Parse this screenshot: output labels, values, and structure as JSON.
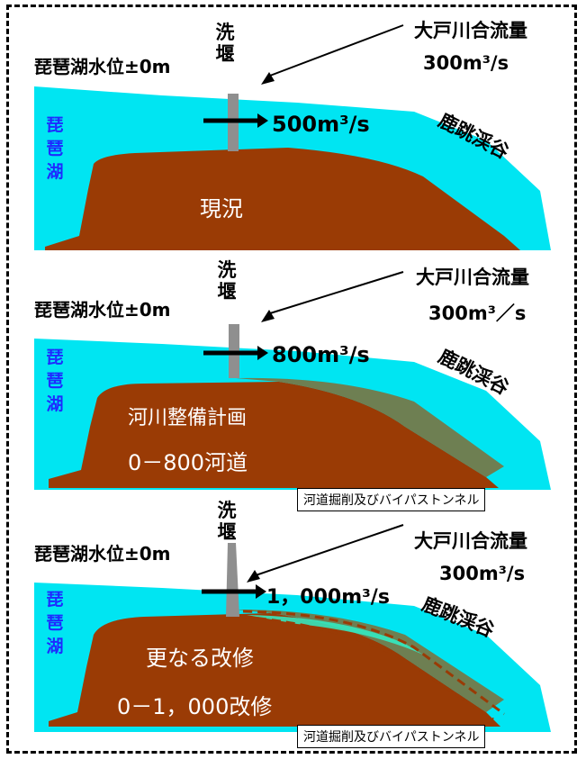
{
  "panels": [
    {
      "lake_level": "琵琶湖水位±0m",
      "weir": "洗堰",
      "confluence_title": "大戸川合流量",
      "confluence_value": "300m³/s",
      "flow": "500m³/s",
      "gorge": "鹿跳渓谷",
      "lake": "琵琶湖",
      "caption_1": "現況",
      "caption_2": "",
      "note_box": ""
    },
    {
      "lake_level": "琵琶湖水位±0m",
      "weir": "洗堰",
      "confluence_title": "大戸川合流量",
      "confluence_value": "300m³／s",
      "flow": "800m³/s",
      "gorge": "鹿跳渓谷",
      "lake": "琵琶湖",
      "caption_1": "河川整備計画",
      "caption_2": "0－800河道",
      "note_box": "河道掘削及びバイパストンネル"
    },
    {
      "lake_level": "琵琶湖水位±0m",
      "weir": "洗堰",
      "confluence_title": "大戸川合流量",
      "confluence_value": "300m³/s",
      "flow": "1，000m³/s",
      "gorge": "鹿跳渓谷",
      "lake": "琵琶湖",
      "caption_1": "更なる改修",
      "caption_2": "0－1，000改修",
      "note_box": "河道掘削及びバイパストンネル"
    }
  ],
  "colors": {
    "water": "#00e5f2",
    "land": "#9a3b05",
    "excavation": "#6e7f52",
    "weir": "#8f8f8f",
    "lake_text": "#1e2aff"
  }
}
